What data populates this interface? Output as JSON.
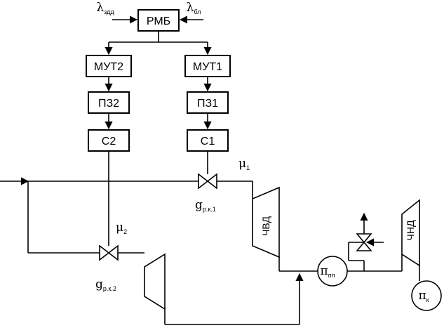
{
  "blocks": {
    "rmb": "РМБ",
    "mut2": "МУТ2",
    "mut1": "МУТ1",
    "pz2": "ПЗ2",
    "pz1": "ПЗ1",
    "c2": "С2",
    "c1": "С1"
  },
  "turbines": {
    "hp": "ЧВД",
    "lp": "ЧНД"
  },
  "symbols": {
    "lambda_set": {
      "base": "λ",
      "sub": "здд"
    },
    "lambda_bl": {
      "base": "λ",
      "sub": "бл"
    },
    "mu1": {
      "base": "μ",
      "sub": "1"
    },
    "mu2": {
      "base": "μ",
      "sub": "2"
    },
    "g1": {
      "base": "g",
      "sub": "р.к.1"
    },
    "g2": {
      "base": "g",
      "sub": "р.к.2"
    },
    "pi_pp": {
      "base": "π",
      "sub": "пп"
    },
    "pi_k": {
      "base": "π",
      "sub": "к"
    }
  }
}
